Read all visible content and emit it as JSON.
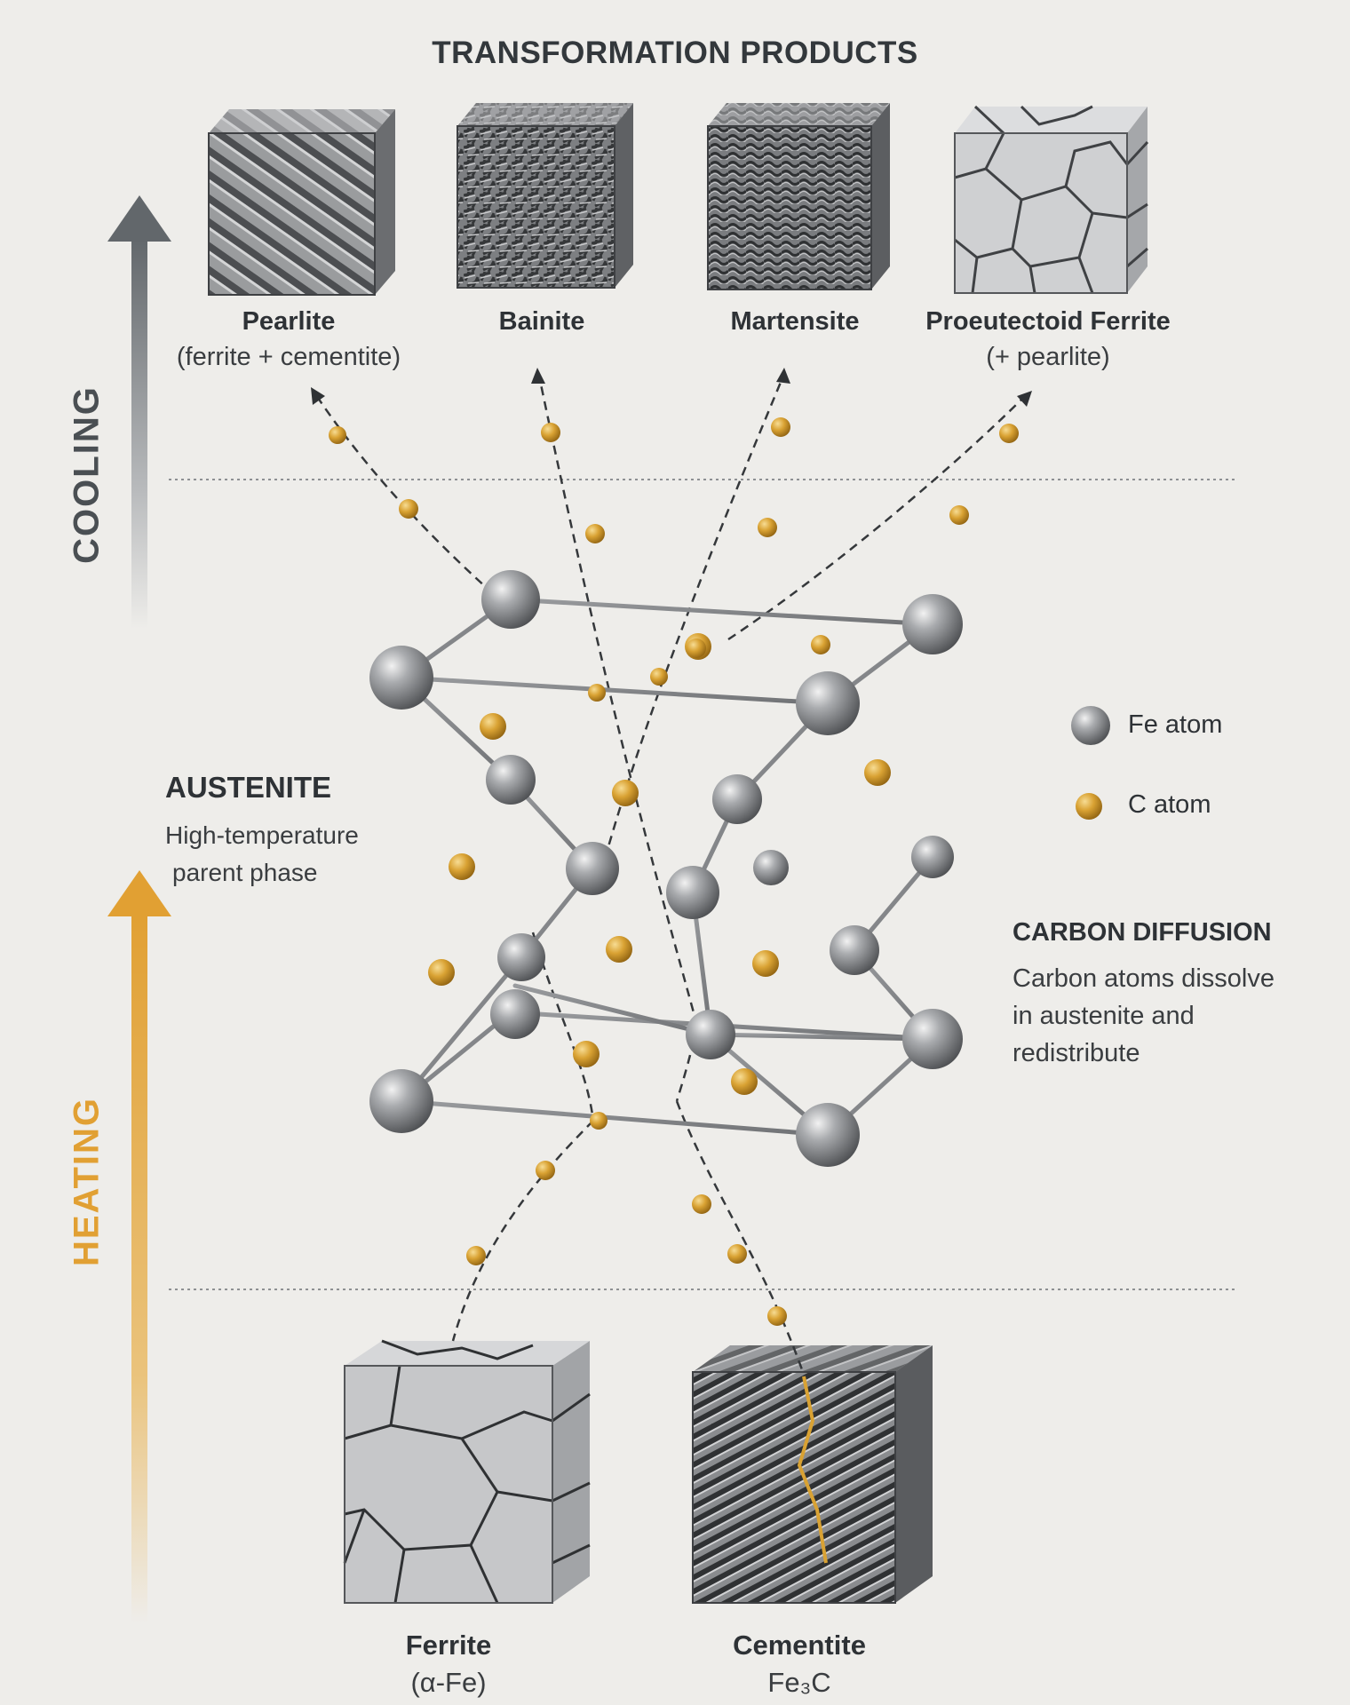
{
  "title": "TRANSFORMATION PRODUCTS",
  "axis": {
    "cooling": "COOLING",
    "heating": "HEATING"
  },
  "products": [
    {
      "name": "Pearlite",
      "sub": "(ferrite + cementite)"
    },
    {
      "name": "Bainite",
      "sub": ""
    },
    {
      "name": "Martensite",
      "sub": ""
    },
    {
      "name": "Proeutectoid Ferrite",
      "sub": "(+ pearlite)"
    }
  ],
  "austenite": {
    "title": "AUSTENITE",
    "line1": "High-temperature",
    "line2": "parent phase"
  },
  "legend": {
    "fe": "Fe atom",
    "c": "C atom"
  },
  "diffusion": {
    "title": "CARBON DIFFUSION",
    "line1": "Carbon atoms dissolve",
    "line2": "in austenite and",
    "line3": "redistribute"
  },
  "sources": [
    {
      "name": "Ferrite",
      "sub": "(α-Fe)"
    },
    {
      "name": "Cementite",
      "sub": "Fe₃C"
    }
  ],
  "colors": {
    "fe": "#8a8c8f",
    "carbon": "#d9a233",
    "cooling_arrow": "#656a6e",
    "heating_arrow": "#e3a33b"
  }
}
